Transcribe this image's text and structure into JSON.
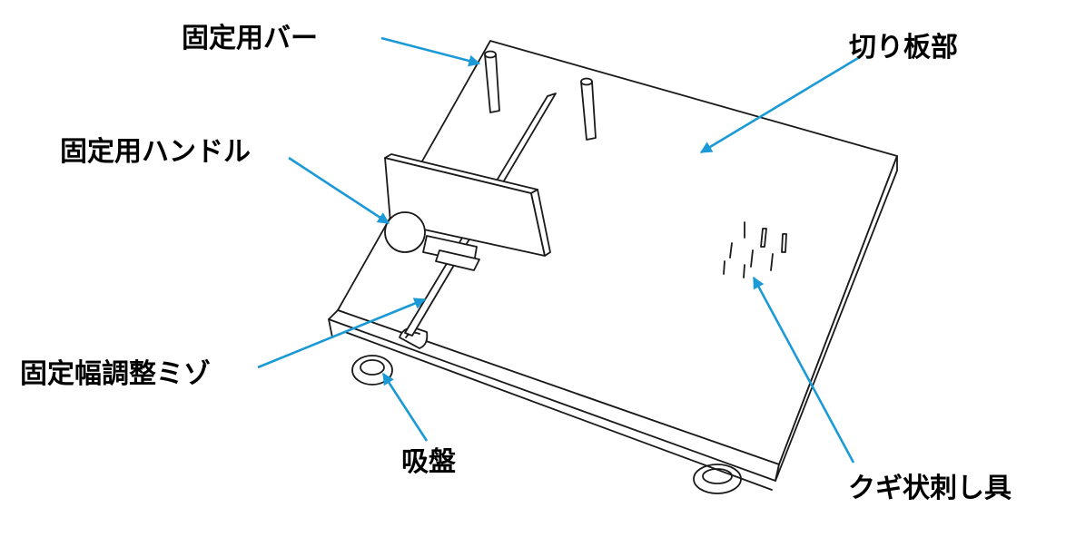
{
  "labels": {
    "fixing_bar": "固定用バー",
    "cutting_board": "切り板部",
    "fixing_handle": "固定用ハンドル",
    "width_groove": "固定幅調整ミゾ",
    "suction_cup": "吸盤",
    "hook_spikes": "クギ状刺し具"
  },
  "colors": {
    "arrow": "#1b9ad6",
    "line": "#1a1a1a",
    "background": "#ffffff"
  }
}
